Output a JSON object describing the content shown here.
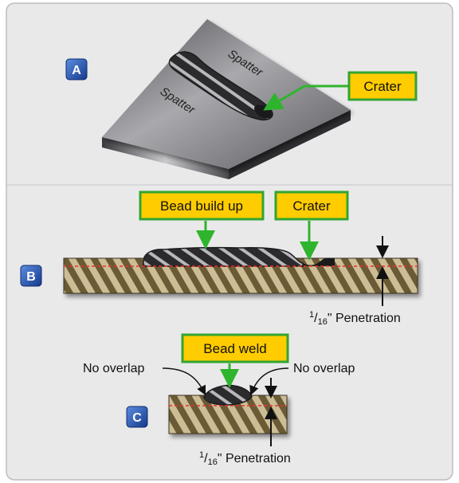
{
  "figure": {
    "panel_a": {
      "badge": "A",
      "spatter_top": "Spatter",
      "spatter_bottom": "Spatter",
      "crater_label": "Crater"
    },
    "panel_b": {
      "badge": "B",
      "bead_label": "Bead build up",
      "crater_label": "Crater",
      "penetration_num": "1",
      "penetration_den": "16",
      "penetration_text": "\" Penetration"
    },
    "panel_c": {
      "badge": "C",
      "bead_label": "Bead weld",
      "overlap_left": "No overlap",
      "overlap_right": "No overlap",
      "penetration_num": "1",
      "penetration_den": "16",
      "penetration_text": "\" Penetration"
    }
  },
  "colors": {
    "panel_bg": "#e9e9ea",
    "label_fill": "#ffcc00",
    "label_stroke": "#33a532",
    "arrow_green": "#2fb42d",
    "badge_blue": "#1f4fa3",
    "metal_stripe_light": "#cdbd95",
    "metal_stripe_dark": "#6a5a36",
    "penetration_line": "#e8332b"
  }
}
